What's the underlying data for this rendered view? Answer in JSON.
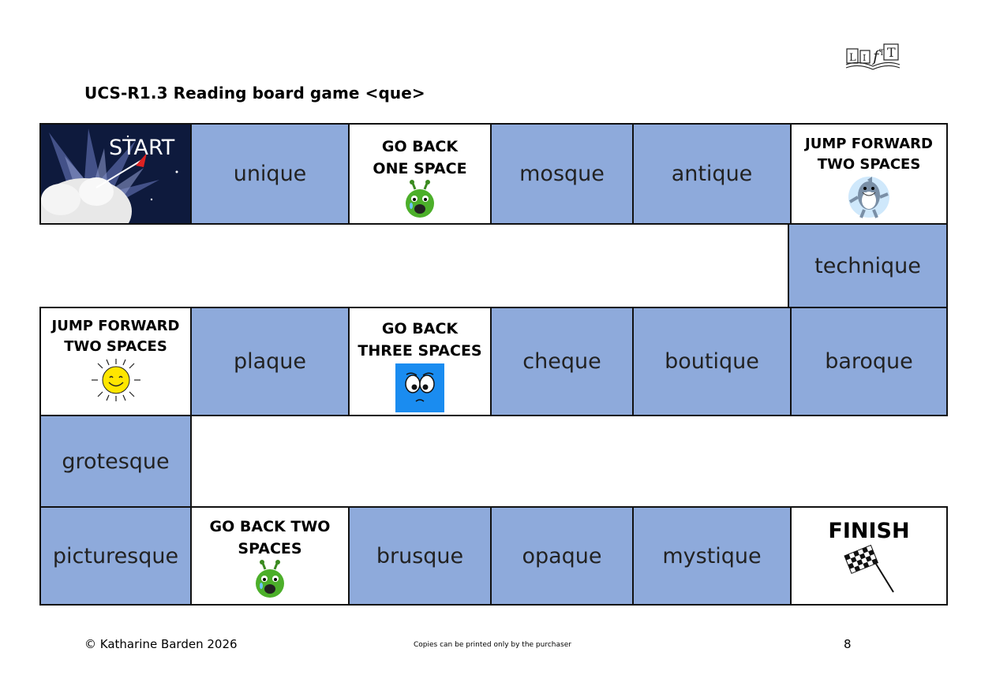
{
  "title": "UCS-R1.3 Reading board game <que>",
  "logo_text": "LIfTT",
  "board": {
    "row1": [
      {
        "kind": "start",
        "text": "START"
      },
      {
        "kind": "word",
        "text": "unique"
      },
      {
        "kind": "instruction",
        "text": "GO BACK\nONE SPACE",
        "icon": "sad-alien-icon"
      },
      {
        "kind": "word",
        "text": "mosque"
      },
      {
        "kind": "word",
        "text": "antique"
      },
      {
        "kind": "instruction",
        "text": "JUMP FORWARD\nTWO SPACES",
        "icon": "shark-icon"
      }
    ],
    "row2": {
      "kind": "word",
      "text": "technique"
    },
    "row3": [
      {
        "kind": "instruction",
        "text": "JUMP FORWARD\nTWO SPACES",
        "icon": "sun-icon"
      },
      {
        "kind": "word",
        "text": "plaque"
      },
      {
        "kind": "instruction",
        "text": "GO BACK\nTHREE SPACES",
        "icon": "sad-face-icon"
      },
      {
        "kind": "word",
        "text": "cheque"
      },
      {
        "kind": "word",
        "text": "boutique"
      },
      {
        "kind": "word",
        "text": "baroque"
      }
    ],
    "row4": {
      "kind": "word",
      "text": "grotesque"
    },
    "row5": [
      {
        "kind": "word",
        "text": "picturesque"
      },
      {
        "kind": "instruction",
        "text": "GO BACK TWO\nSPACES",
        "icon": "sad-alien-icon"
      },
      {
        "kind": "word",
        "text": "brusque"
      },
      {
        "kind": "word",
        "text": "opaque"
      },
      {
        "kind": "word",
        "text": "mystique"
      },
      {
        "kind": "finish",
        "text": "FINISH",
        "icon": "checkered-flag-icon"
      }
    ]
  },
  "colors": {
    "word_cell": "#8eaadb",
    "instruction_cell": "#ffffff",
    "start_bg": "#0e1a3d"
  },
  "footer": {
    "copyright": "© Katharine Barden 2026",
    "note": "Copies can be printed only by the purchaser",
    "page_number": "8"
  }
}
